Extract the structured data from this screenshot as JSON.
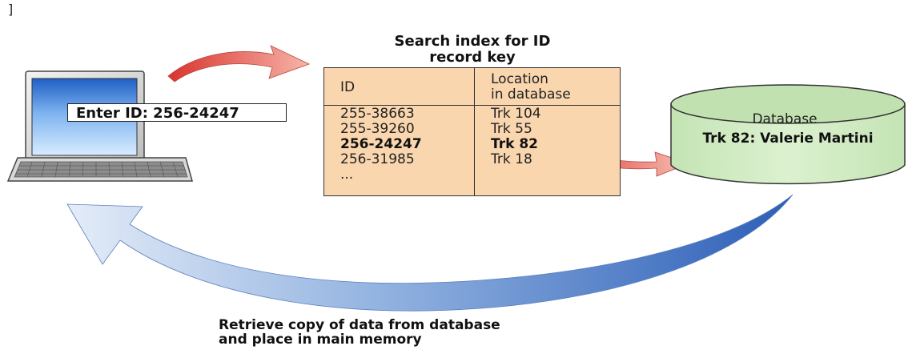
{
  "stray_mark": "]",
  "index_title": [
    "Search index for ID",
    "record key"
  ],
  "entry_box": {
    "text": "Enter ID: 256-24247"
  },
  "index_table": {
    "headers": {
      "id": "ID",
      "location": [
        "Location",
        "in database"
      ]
    },
    "rows": [
      {
        "id": "255-38663",
        "location": "Trk 104",
        "highlight": false
      },
      {
        "id": "255-39260",
        "location": "Trk 55",
        "highlight": false
      },
      {
        "id": "256-24247",
        "location": "Trk 82",
        "highlight": true
      },
      {
        "id": "256-31985",
        "location": "Trk 18",
        "highlight": false
      },
      {
        "id": "...",
        "location": "",
        "highlight": false
      }
    ]
  },
  "database": {
    "label": "Database",
    "record": "Trk 82: Valerie Martini"
  },
  "retrieve_caption": [
    "Retrieve copy of data from database",
    "and place in main memory"
  ],
  "icons": [
    "computer-icon",
    "keyboard-icon",
    "database-cylinder-icon",
    "curved-arrow-icon"
  ],
  "colors": {
    "table_fill": "#f9d6ae",
    "database_fill": "#cdeac0",
    "arrow_red": "#e24c4c",
    "arrow_blue_dark": "#3f6fbf",
    "arrow_blue_light": "#dbe6f5",
    "screen_blue": "#3f7fd8"
  }
}
